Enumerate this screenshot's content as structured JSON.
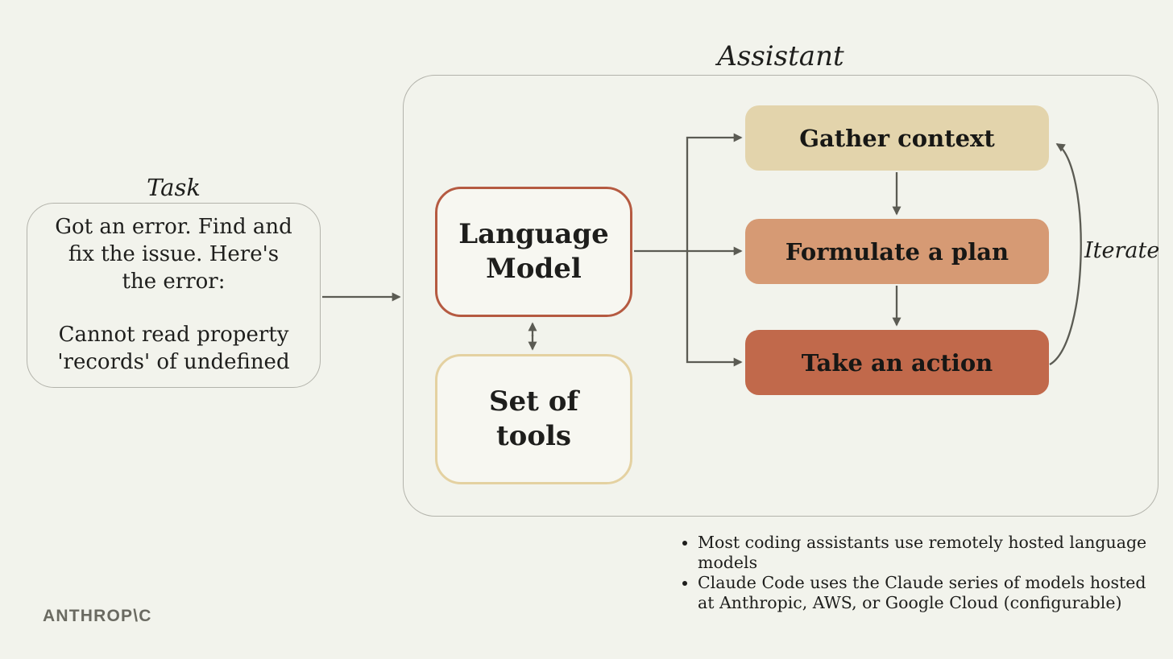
{
  "task": {
    "title": "Task",
    "paragraph1": "Got an error. Find and fix the issue. Here's the error:",
    "paragraph2": "Cannot read property 'records' of undefined"
  },
  "assistant": {
    "title": "Assistant",
    "language_model_label": "Language Model",
    "set_of_tools_label": "Set of tools",
    "steps": [
      {
        "label": "Gather context",
        "color": "#e3d4ac"
      },
      {
        "label": "Formulate a plan",
        "color": "#d69a74"
      },
      {
        "label": "Take an action",
        "color": "#c1694b"
      }
    ],
    "iterate_label": "Iterate"
  },
  "notes": {
    "bullets": [
      "Most coding assistants use remotely hosted language models",
      "Claude Code uses the Claude series of models hosted at Anthropic, AWS, or Google Cloud (configurable)"
    ]
  },
  "footer": {
    "logo_text": "ANTHROP\\C"
  },
  "colors": {
    "background": "#f2f3ec",
    "container_border": "#b3b3ab",
    "language_model_border": "#b55a41",
    "set_of_tools_border": "#e4d1a1",
    "gather_context_fill": "#e3d4ac",
    "formulate_plan_fill": "#d69a74",
    "take_action_fill": "#c1694b",
    "arrow": "#5b5b53",
    "text": "#1e1e1c",
    "logo": "#6a6a61"
  }
}
